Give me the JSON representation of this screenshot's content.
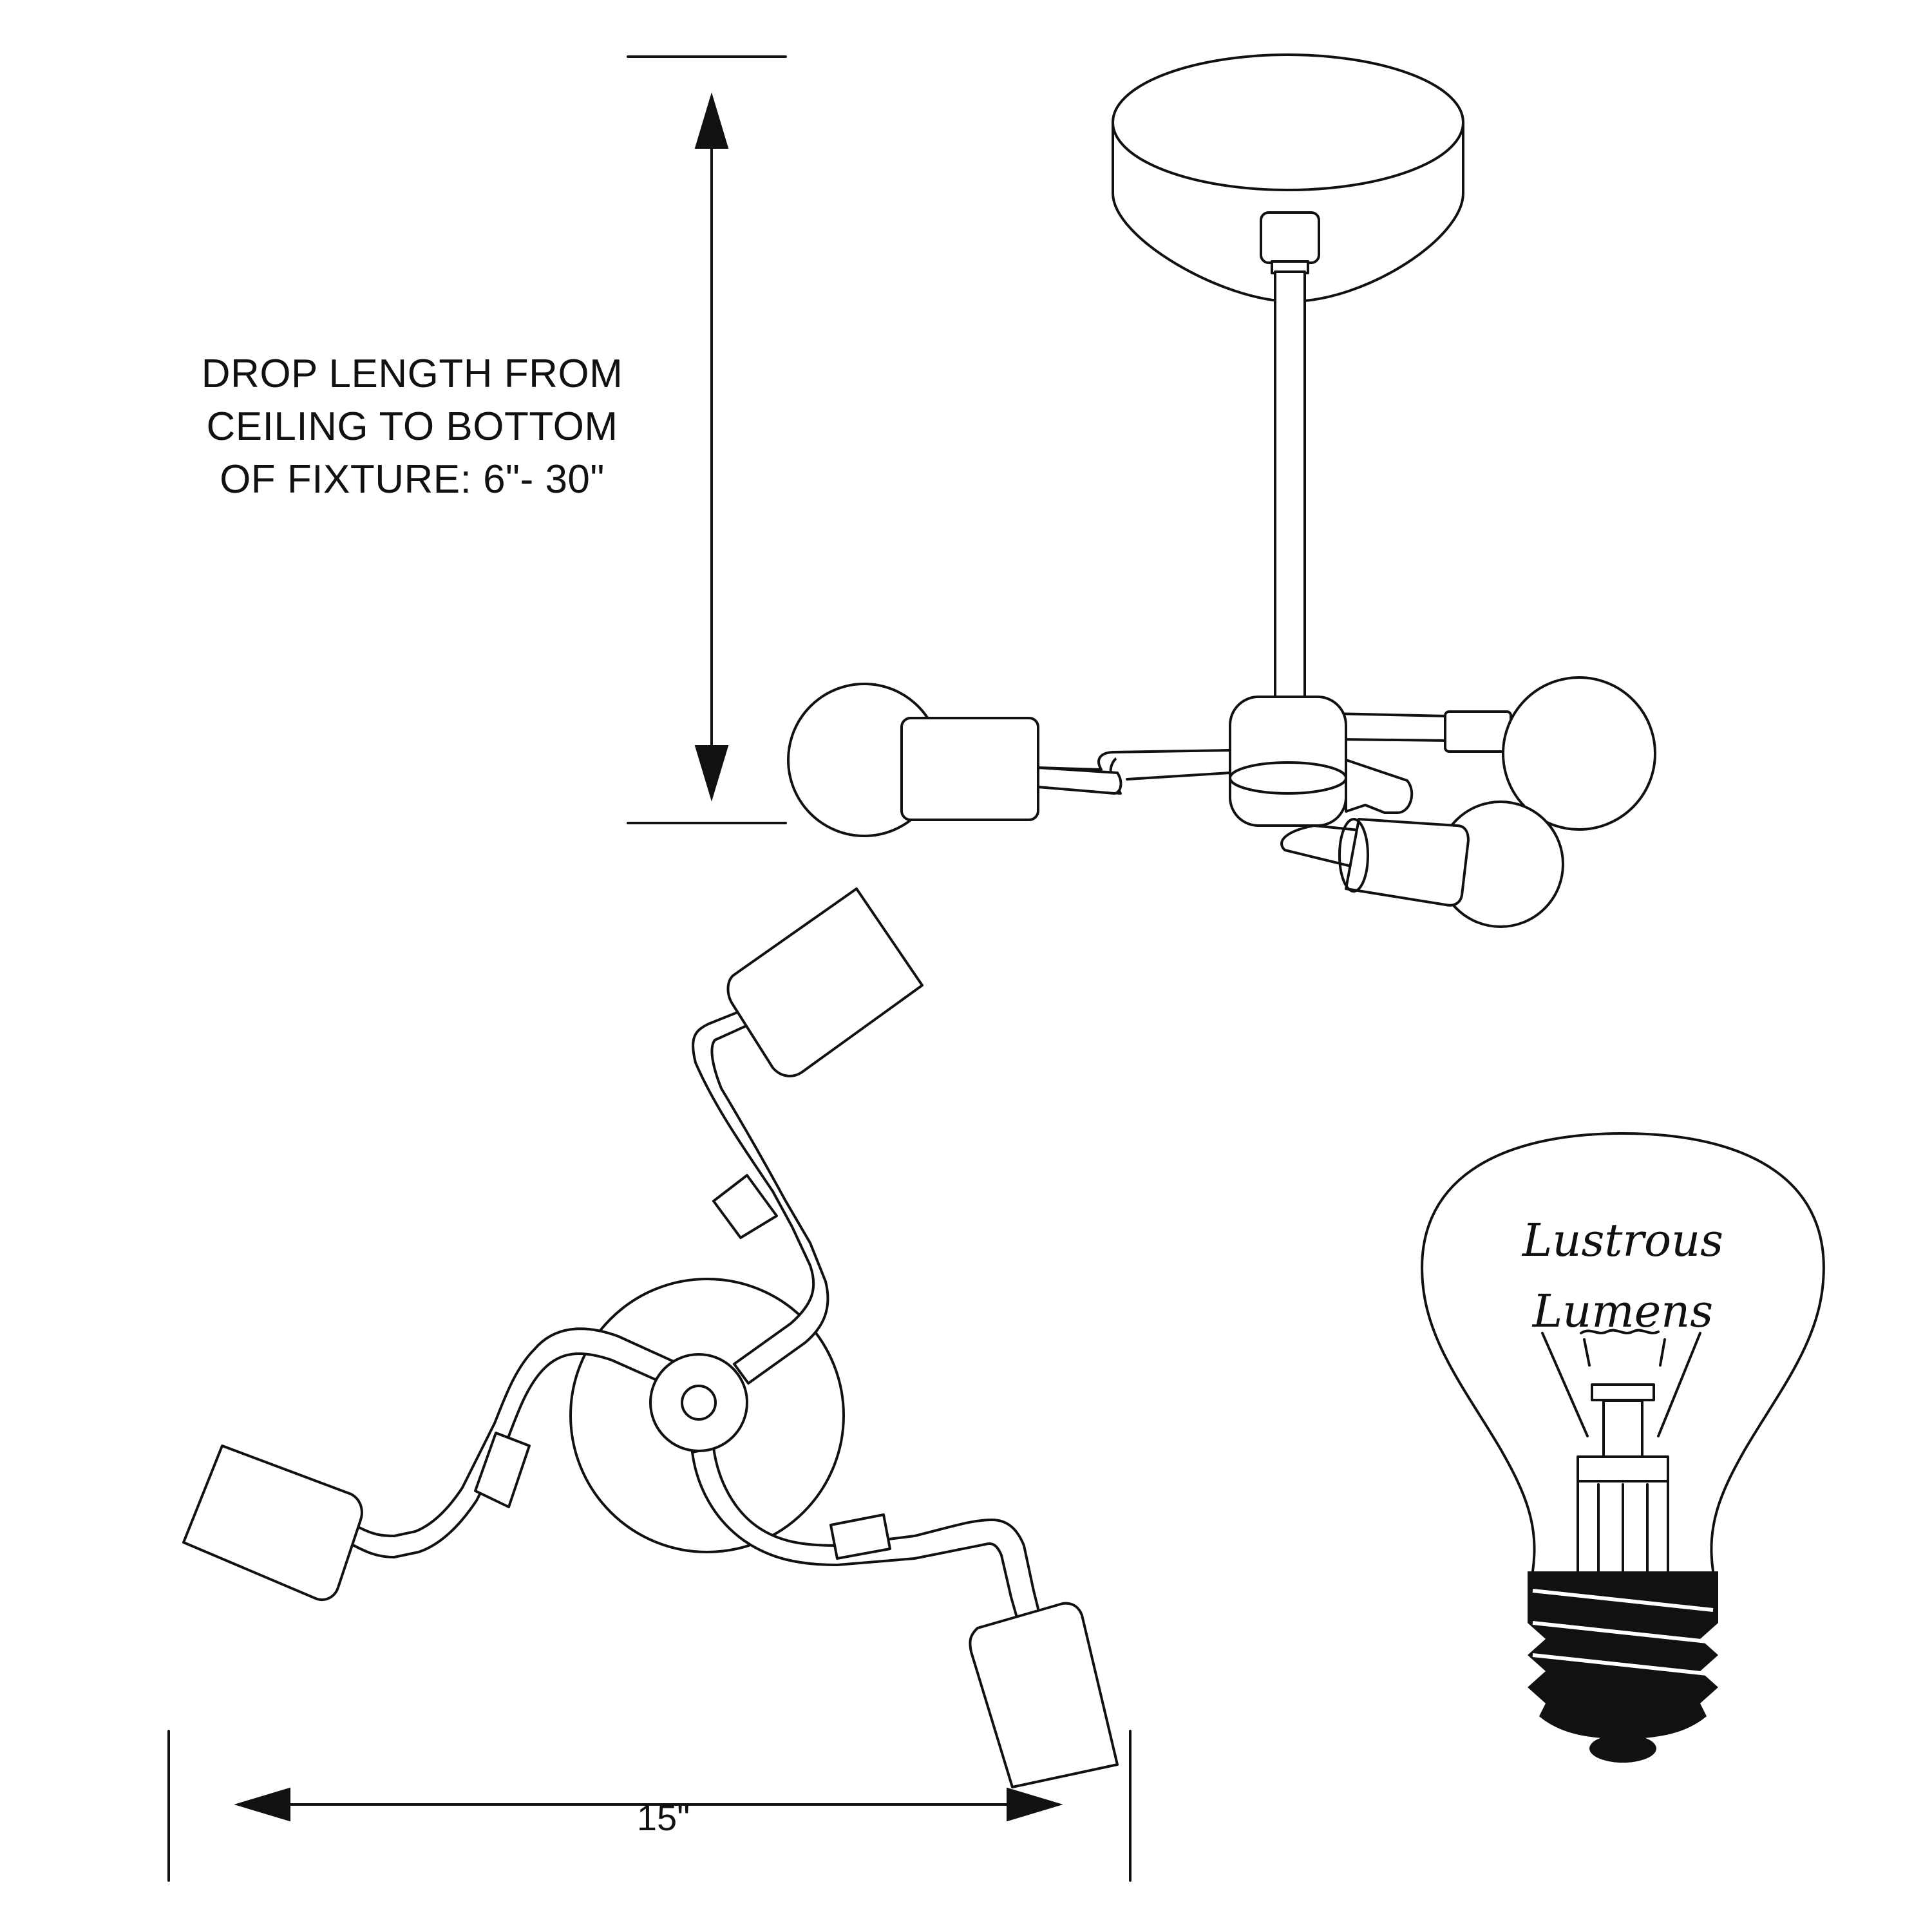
{
  "drop_dimension": {
    "lines": [
      "DROP LENGTH FROM",
      "CEILING TO BOTTOM",
      "OF FIXTURE: 6\"- 30\""
    ]
  },
  "width_dimension": {
    "label": "15\""
  },
  "logo": {
    "line1": "Lustrous",
    "line2": "Lumens"
  },
  "colors": {
    "ink": "#111111",
    "background": "#ffffff"
  }
}
